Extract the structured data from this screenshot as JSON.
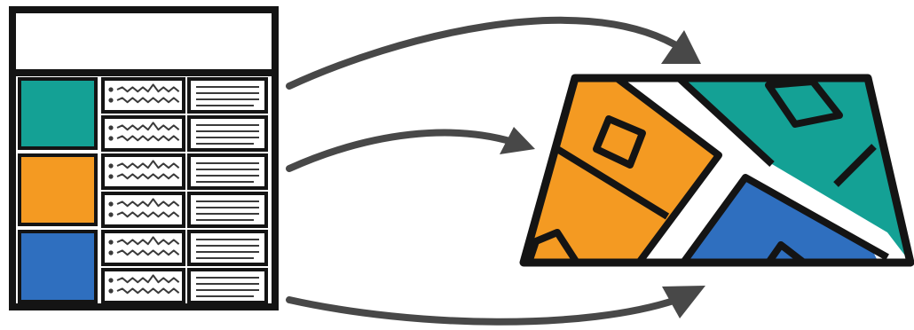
{
  "colors": {
    "teal": "#14a195",
    "orange": "#f49a22",
    "blue": "#2f6fbf",
    "outline": "#141414",
    "arrow": "#484848",
    "line": "#3a3a3a",
    "road": "#ffffff"
  },
  "table": {
    "rows": [
      {
        "color": "teal",
        "cells": [
          {
            "type": "sketch"
          },
          {
            "type": "lines"
          }
        ]
      },
      {
        "color": "teal",
        "cells": [
          {
            "type": "sketch"
          },
          {
            "type": "lines"
          }
        ]
      },
      {
        "color": "orange",
        "cells": [
          {
            "type": "sketch"
          },
          {
            "type": "lines"
          }
        ]
      },
      {
        "color": "orange",
        "cells": [
          {
            "type": "sketch"
          },
          {
            "type": "lines"
          }
        ]
      },
      {
        "color": "blue",
        "cells": [
          {
            "type": "sketch"
          },
          {
            "type": "lines"
          }
        ]
      },
      {
        "color": "blue",
        "cells": [
          {
            "type": "sketch"
          },
          {
            "type": "lines"
          }
        ]
      }
    ]
  },
  "arrows": [
    {
      "name": "arrow-top"
    },
    {
      "name": "arrow-middle"
    },
    {
      "name": "arrow-bottom"
    }
  ],
  "map": {
    "regions": [
      "orange",
      "teal",
      "blue"
    ]
  }
}
